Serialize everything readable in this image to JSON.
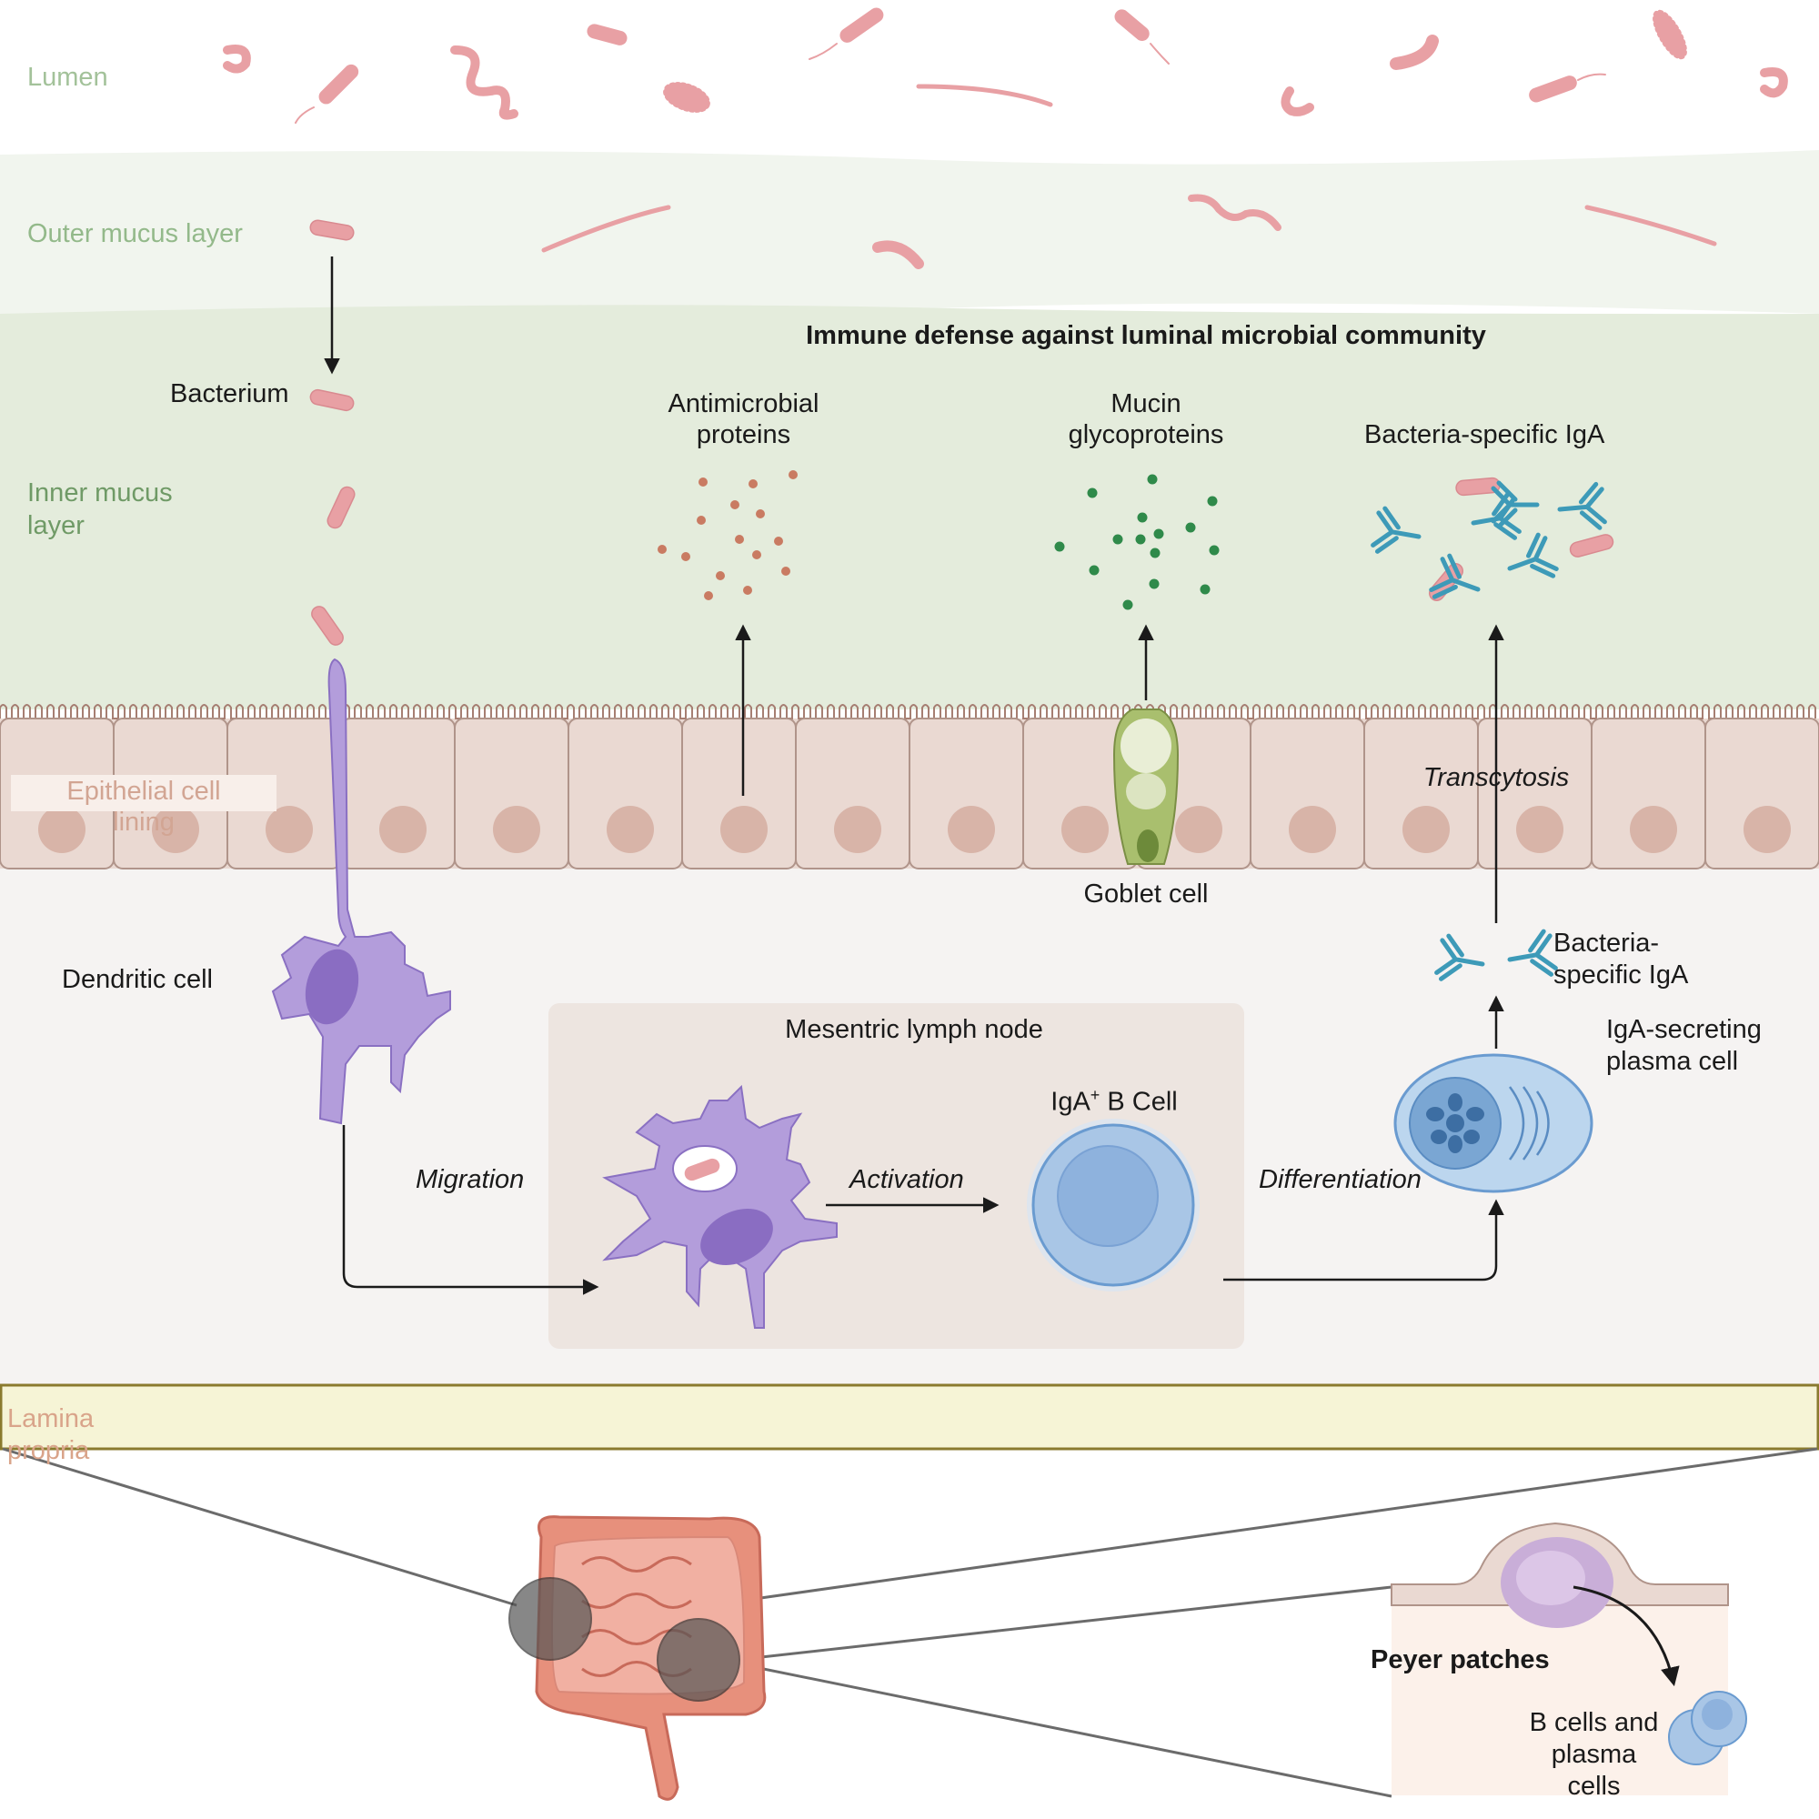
{
  "layers": {
    "lumen": "Lumen",
    "outer_mucus": "Outer mucus layer",
    "inner_mucus_1": "Inner mucus",
    "inner_mucus_2": "layer",
    "epithelial_1": "Epithelial cell",
    "epithelial_2": "lining",
    "lamina_1": "Lamina",
    "lamina_2": "propria"
  },
  "title": "Immune defense against luminal microbial community",
  "labels": {
    "bacterium": "Bacterium",
    "antimicrobial_1": "Antimicrobial",
    "antimicrobial_2": "proteins",
    "mucin_1": "Mucin",
    "mucin_2": "glycoproteins",
    "bacteria_iga_top": "Bacteria-specific IgA",
    "transcytosis": "Transcytosis",
    "goblet": "Goblet cell",
    "dendritic": "Dendritic cell",
    "bacteria_iga_1": "Bacteria-",
    "bacteria_iga_2": "specific IgA",
    "plasma_1": "IgA-secreting",
    "plasma_2": "plasma cell",
    "lymph_node": "Mesentric lymph node",
    "b_cell_pre": "IgA",
    "b_cell_sup": "+",
    "b_cell_post": " B Cell",
    "migration": "Migration",
    "activation": "Activation",
    "differentiation": "Differentiation",
    "peyer": "Peyer patches",
    "bcells_1": "B cells and",
    "bcells_2": "plasma",
    "bcells_3": "cells"
  },
  "colors": {
    "lumen_text": "#a3c29a",
    "outer_mucus_bg": "#f1f5ee",
    "inner_mucus_bg": "#e4ecdc",
    "epithelium": "#ead9d2",
    "nucleus": "#d8b4a8",
    "bacteria": "#e8a0a4",
    "dendritic": "#b39ddb",
    "iga": "#3d9ab8",
    "amp_dots": "#c97b62",
    "mucin_dots": "#2f8a4a",
    "goblet": "#a9bf6e",
    "b_cell": "#a9c6e6",
    "lymph_bg": "#ede5e0",
    "lamina_box": "#f6f4d6"
  }
}
